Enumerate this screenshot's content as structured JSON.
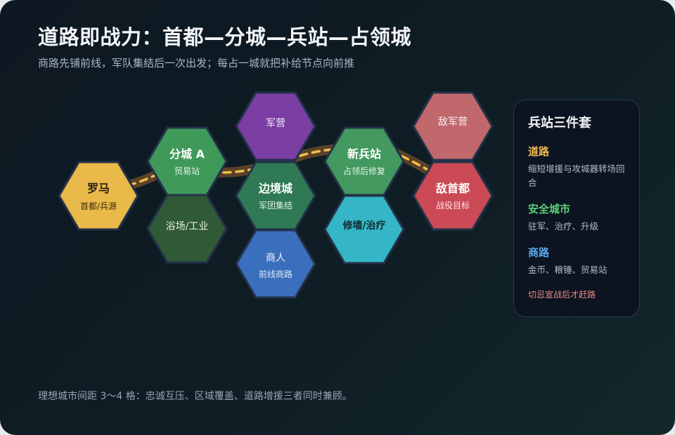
{
  "header": {
    "title": "道路即战力：首都—分城—兵站—占领城",
    "subtitle": "商路先铺前线，军队集结后一次出发；每占一城就把补给节点向前推"
  },
  "hexes": {
    "rome": {
      "name": "罗马",
      "sub": "首都/兵源",
      "color": "#e9b94a"
    },
    "branch": {
      "name": "分城 A",
      "sub": "贸易站",
      "color": "#3f9a5a"
    },
    "bath": {
      "name": "浴场/工业",
      "sub": "",
      "color": "#2f5a35"
    },
    "barracks": {
      "name": "军营",
      "sub": "",
      "color": "#7b3ea3"
    },
    "border": {
      "name": "边境城",
      "sub": "军团集结",
      "color": "#2f7a55"
    },
    "merchant": {
      "name": "商人",
      "sub": "前线商路",
      "color": "#3a6fbd"
    },
    "depot": {
      "name": "新兵站",
      "sub": "占领后修复",
      "color": "#43995f"
    },
    "repair": {
      "name": "修墙/治疗",
      "sub": "",
      "color": "#35b6c6"
    },
    "enemy_camp": {
      "name": "敌军营",
      "sub": "",
      "color": "#c0686c"
    },
    "enemy_capital": {
      "name": "敌首都",
      "sub": "战役目标",
      "color": "#cb4a55"
    }
  },
  "panel": {
    "title": "兵站三件套",
    "road": {
      "head": "道路",
      "desc": "缩短增援与攻城器转场回合",
      "color": "#f0b94c"
    },
    "city": {
      "head": "安全城市",
      "desc": "驻军、治疗、升级",
      "color": "#5fd07a"
    },
    "trade": {
      "head": "商路",
      "desc": "金币、粮锤、贸易站",
      "color": "#5aa8f0"
    },
    "warning": "切忌宣战后才赶路"
  },
  "footer": {
    "note": "理想城市间距 3～4 格：忠诚互压、区域覆盖、道路增援三者同时兼顾。"
  },
  "colors": {
    "road": "#5a4128",
    "road_dash": "#f2c04a",
    "hex_border": "#23324a"
  }
}
